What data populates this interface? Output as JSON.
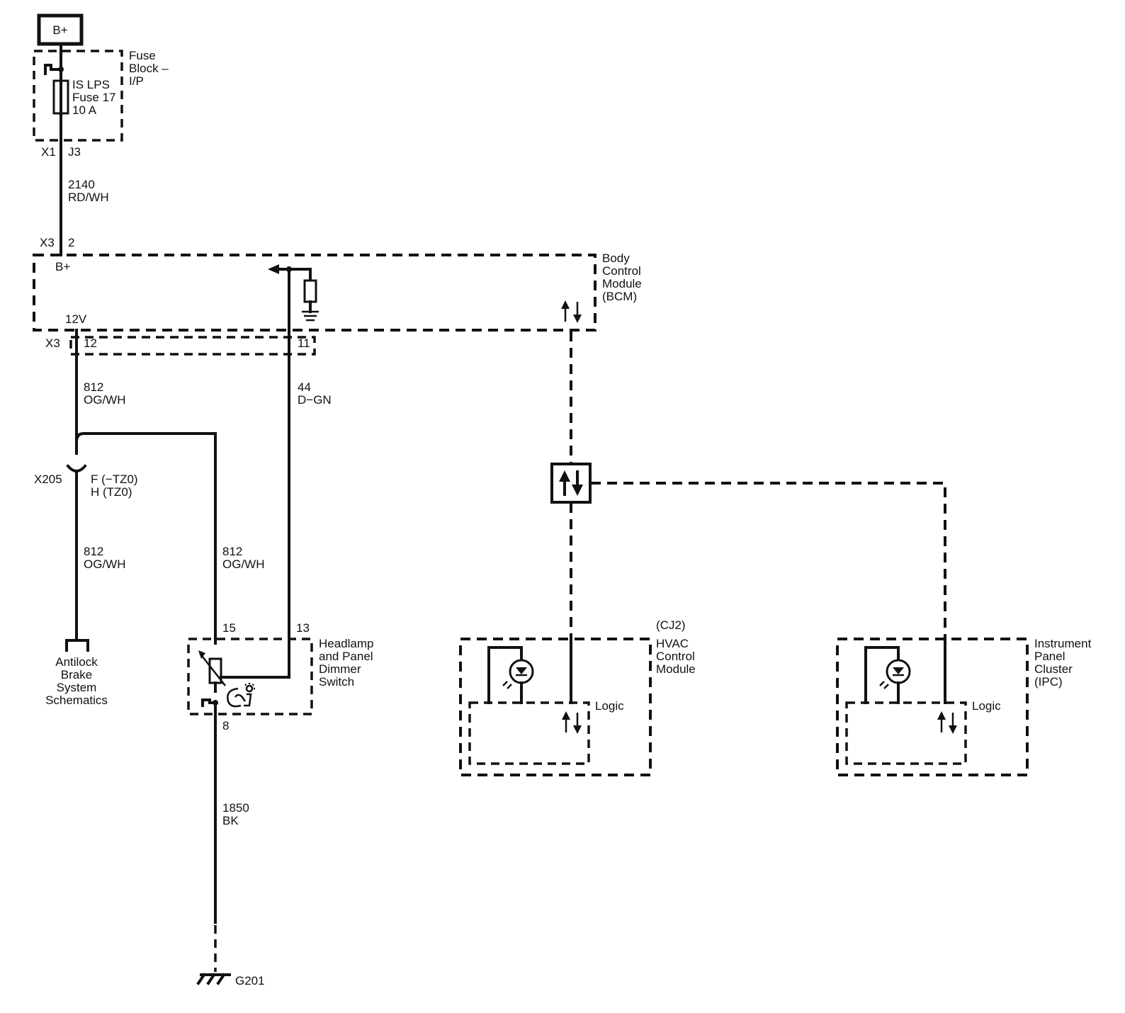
{
  "power_source": "B+",
  "fuse_block": {
    "name_lines": [
      "Fuse",
      "Block –",
      "I/P"
    ],
    "fuse_lines": [
      "IS LPS",
      "Fuse 17",
      "10 A"
    ],
    "connector": "X1",
    "pin": "J3"
  },
  "wire_2140": [
    "2140",
    "RD/WH"
  ],
  "bcm": {
    "name_lines": [
      "Body",
      "Control",
      "Module",
      "(BCM)"
    ],
    "connector_top": "X3",
    "pin_top": "2",
    "bplus_label": "B+",
    "v12_label": "12V",
    "connector_bottom": "X3",
    "pin_12": "12",
    "pin_11": "11"
  },
  "wire_812_upper": [
    "812",
    "OG/WH"
  ],
  "wire_44": [
    "44",
    "D−GN"
  ],
  "x205": {
    "connector": "X205",
    "pin_lines": [
      "F (−TZ0)",
      "H (TZ0)"
    ]
  },
  "wire_812_abs": [
    "812",
    "OG/WH"
  ],
  "wire_812_switch": [
    "812",
    "OG/WH"
  ],
  "abs_label_lines": [
    "Antilock",
    "Brake",
    "System",
    "Schematics"
  ],
  "dimmer_switch": {
    "pin_15": "15",
    "pin_13": "13",
    "pin_8": "8",
    "name_lines": [
      "Headlamp",
      "and Panel",
      "Dimmer",
      "Switch"
    ]
  },
  "wire_1850": [
    "1850",
    "BK"
  ],
  "ground": "G201",
  "hvac": {
    "option": "(CJ2)",
    "name_lines": [
      "HVAC",
      "Control",
      "Module"
    ],
    "logic": "Logic"
  },
  "ipc": {
    "name_lines": [
      "Instrument",
      "Panel",
      "Cluster",
      "(IPC)"
    ],
    "logic": "Logic"
  }
}
